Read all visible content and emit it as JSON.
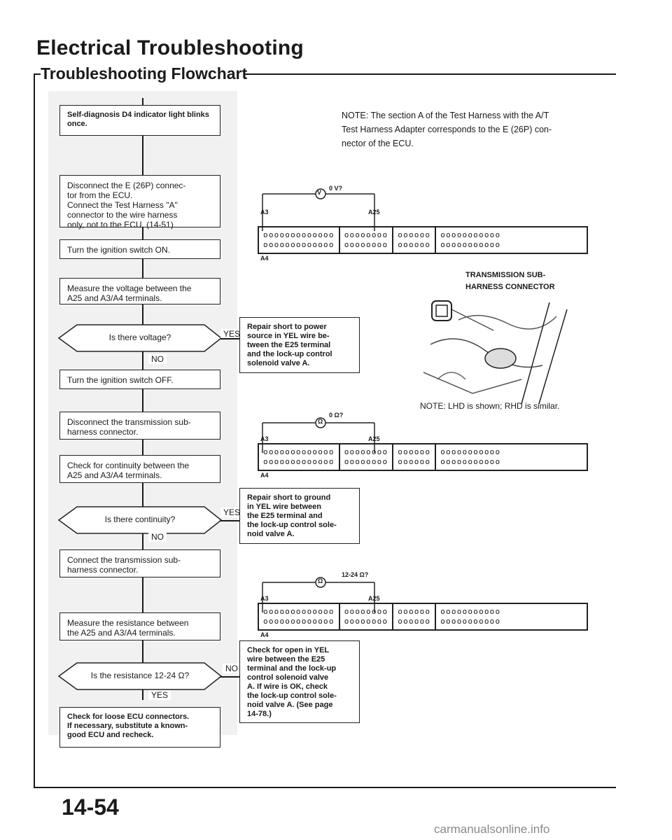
{
  "header": {
    "title": "Electrical Troubleshooting",
    "subtitle": "Troubleshooting Flowchart"
  },
  "flow": {
    "step1": "Self-diagnosis D4 indicator light blinks once.",
    "step2": "Disconnect the E (26P) connec-\ntor from the ECU.\nConnect the Test Harness \"A\"\nconnector to the wire harness\nonly, not to the ECU. (14-51)",
    "step3": "Turn the ignition switch ON.",
    "step4": "Measure the voltage between the\nA25 and A3/A4 terminals.",
    "q1": "Is there voltage?",
    "step5": "Turn the ignition switch OFF.",
    "step6": "Disconnect the transmission sub-\nharness connector.",
    "step7": "Check for continuity between the\nA25 and A3/A4 terminals.",
    "q2": "Is there continuity?",
    "step8": "Connect the transmission sub-\nharness connector.",
    "step9": "Measure the resistance between\nthe A25 and A3/A4 terminals.",
    "q3": "Is the resistance 12-24 Ω?",
    "step10": "Check for loose ECU connectors.\nIf necessary, substitute a known-\ngood ECU and recheck.",
    "yes": "YES",
    "no": "NO"
  },
  "side": {
    "repair1": "Repair short to power\nsource in YEL wire be-\ntween the E25 terminal\nand the lock-up control\nsolenoid valve A.",
    "repair2": "Repair short to ground\nin YEL wire between\nthe E25 terminal and\nthe lock-up control sole-\nnoid valve A.",
    "check_open": "Check for open in YEL\nwire between the E25\nterminal and the lock-up\ncontrol solenoid valve\nA. If wire is OK, check\nthe lock-up control sole-\nnoid valve A. (See page\n14-78.)"
  },
  "notes": {
    "note1": "NOTE: The section A of the Test Harness with the A/T\nTest Harness Adapter corresponds to the E (26P) con-\nnector of the ECU.",
    "note2": "NOTE: LHD is shown; RHD is similar.",
    "connector_label": "TRANSMISSION SUB-\nHARNESS CONNECTOR"
  },
  "diagrams": {
    "d1": {
      "meter": "V",
      "reading": "0 V?"
    },
    "d2": {
      "meter": "Ω",
      "reading": "0 Ω?"
    },
    "d3": {
      "meter": "Ω",
      "reading": "12-24 Ω?"
    },
    "terminals": {
      "a3": "A3",
      "a25": "A25",
      "a4": "A4"
    },
    "row1": [
      "ooooooooooooo",
      "oooooooo",
      "oooooo",
      "ooooooooooo"
    ],
    "row2": [
      "ooooooooooooo",
      "oooooooo",
      "oooooo",
      "ooooooooooo"
    ]
  },
  "footer": {
    "page": "14-54",
    "watermark": "carmanualsonline.info"
  }
}
